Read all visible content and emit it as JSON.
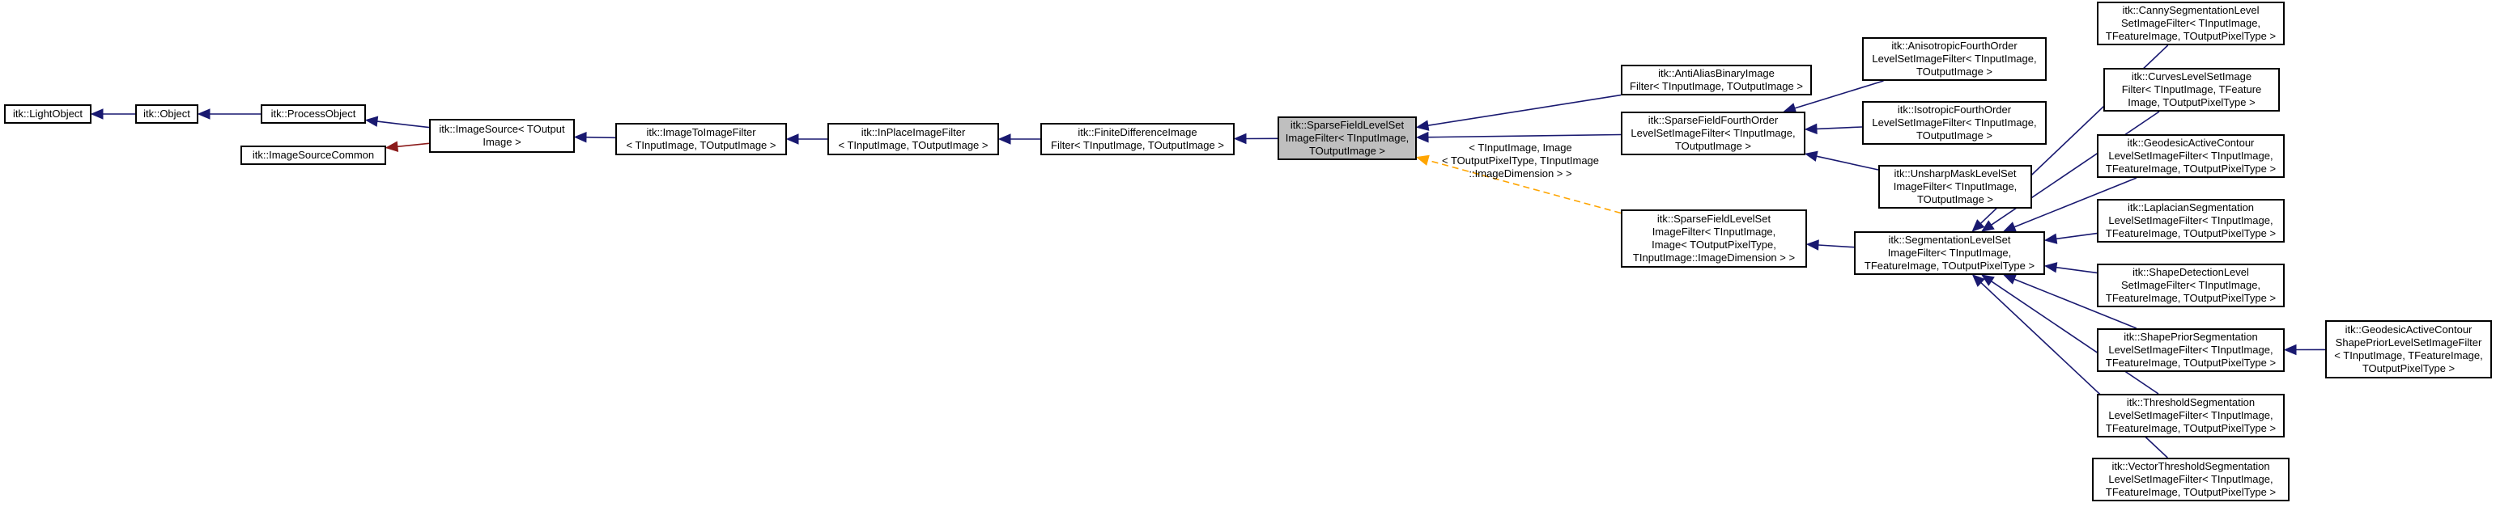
{
  "nodes": [
    {
      "id": "n-lightobject",
      "label": "itk::LightObject",
      "current": false
    },
    {
      "id": "n-object",
      "label": "itk::Object",
      "current": false
    },
    {
      "id": "n-processobject",
      "label": "itk::ProcessObject",
      "current": false
    },
    {
      "id": "n-imagesourcecommon",
      "label": "itk::ImageSourceCommon",
      "current": false
    },
    {
      "id": "n-imagesource",
      "label": "itk::ImageSource< TOutput\nImage >",
      "current": false
    },
    {
      "id": "n-imagetoimagefilter",
      "label": "itk::ImageToImageFilter\n< TInputImage, TOutputImage >",
      "current": false
    },
    {
      "id": "n-inplaceimagefilter",
      "label": "itk::InPlaceImageFilter\n< TInputImage, TOutputImage >",
      "current": false
    },
    {
      "id": "n-finitedifference",
      "label": "itk::FiniteDifferenceImage\nFilter< TInputImage, TOutputImage >",
      "current": false
    },
    {
      "id": "n-sparsefield",
      "label": "itk::SparseFieldLevelSet\nImageFilter< TInputImage,\nTOutputImage >",
      "current": true
    },
    {
      "id": "n-antialias",
      "label": "itk::AntiAliasBinaryImage\nFilter< TInputImage, TOutputImage >",
      "current": false
    },
    {
      "id": "n-fourthorder",
      "label": "itk::SparseFieldFourthOrder\nLevelSetImageFilter< TInputImage,\nTOutputImage >",
      "current": false
    },
    {
      "id": "n-sparsefield-inst",
      "label": "itk::SparseFieldLevelSet\nImageFilter< TInputImage,\nImage< TOutputPixelType,\nTInputImage::ImageDimension > >",
      "current": false
    },
    {
      "id": "n-anisotropic",
      "label": "itk::AnisotropicFourthOrder\nLevelSetImageFilter< TInputImage,\nTOutputImage >",
      "current": false
    },
    {
      "id": "n-isotropic",
      "label": "itk::IsotropicFourthOrder\nLevelSetImageFilter< TInputImage,\nTOutputImage >",
      "current": false
    },
    {
      "id": "n-unsharp",
      "label": "itk::UnsharpMaskLevelSet\nImageFilter< TInputImage,\nTOutputImage >",
      "current": false
    },
    {
      "id": "n-segmentation",
      "label": "itk::SegmentationLevelSet\nImageFilter< TInputImage,\nTFeatureImage, TOutputPixelType >",
      "current": false
    },
    {
      "id": "n-canny",
      "label": "itk::CannySegmentationLevel\nSetImageFilter< TInputImage,\nTFeatureImage, TOutputPixelType >",
      "current": false
    },
    {
      "id": "n-curves",
      "label": "itk::CurvesLevelSetImage\nFilter< TInputImage, TFeature\nImage, TOutputPixelType >",
      "current": false
    },
    {
      "id": "n-geodesic",
      "label": "itk::GeodesicActiveContour\nLevelSetImageFilter< TInputImage,\nTFeatureImage, TOutputPixelType >",
      "current": false
    },
    {
      "id": "n-laplacian",
      "label": "itk::LaplacianSegmentation\nLevelSetImageFilter< TInputImage,\nTFeatureImage, TOutputPixelType >",
      "current": false
    },
    {
      "id": "n-shapedetection",
      "label": "itk::ShapeDetectionLevel\nSetImageFilter< TInputImage,\nTFeatureImage, TOutputPixelType >",
      "current": false
    },
    {
      "id": "n-shapeprior",
      "label": "itk::ShapePriorSegmentation\nLevelSetImageFilter< TInputImage,\nTFeatureImage, TOutputPixelType >",
      "current": false
    },
    {
      "id": "n-threshold",
      "label": "itk::ThresholdSegmentation\nLevelSetImageFilter< TInputImage,\nTFeatureImage, TOutputPixelType >",
      "current": false
    },
    {
      "id": "n-vectorthreshold",
      "label": "itk::VectorThresholdSegmentation\nLevelSetImageFilter< TInputImage,\nTFeatureImage, TOutputPixelType >",
      "current": false
    },
    {
      "id": "n-geodesicshapeprior",
      "label": "itk::GeodesicActiveContour\nShapePriorLevelSetImageFilter\n< TInputImage, TFeatureImage,\nTOutputPixelType >",
      "current": false
    }
  ],
  "edges": [
    {
      "from": "n-lightobject",
      "to": "n-object",
      "kind": "public"
    },
    {
      "from": "n-object",
      "to": "n-processobject",
      "kind": "public"
    },
    {
      "from": "n-processobject",
      "to": "n-imagesource",
      "kind": "public"
    },
    {
      "from": "n-imagesourcecommon",
      "to": "n-imagesource",
      "kind": "protected"
    },
    {
      "from": "n-imagesource",
      "to": "n-imagetoimagefilter",
      "kind": "public"
    },
    {
      "from": "n-imagetoimagefilter",
      "to": "n-inplaceimagefilter",
      "kind": "public"
    },
    {
      "from": "n-inplaceimagefilter",
      "to": "n-finitedifference",
      "kind": "public"
    },
    {
      "from": "n-finitedifference",
      "to": "n-sparsefield",
      "kind": "public"
    },
    {
      "from": "n-sparsefield",
      "to": "n-antialias",
      "kind": "public"
    },
    {
      "from": "n-sparsefield",
      "to": "n-fourthorder",
      "kind": "public"
    },
    {
      "from": "n-sparsefield",
      "to": "n-sparsefield-inst",
      "kind": "template"
    },
    {
      "from": "n-fourthorder",
      "to": "n-anisotropic",
      "kind": "public"
    },
    {
      "from": "n-fourthorder",
      "to": "n-isotropic",
      "kind": "public"
    },
    {
      "from": "n-fourthorder",
      "to": "n-unsharp",
      "kind": "public"
    },
    {
      "from": "n-sparsefield-inst",
      "to": "n-segmentation",
      "kind": "public"
    },
    {
      "from": "n-segmentation",
      "to": "n-canny",
      "kind": "public"
    },
    {
      "from": "n-segmentation",
      "to": "n-curves",
      "kind": "public"
    },
    {
      "from": "n-segmentation",
      "to": "n-geodesic",
      "kind": "public"
    },
    {
      "from": "n-segmentation",
      "to": "n-laplacian",
      "kind": "public"
    },
    {
      "from": "n-segmentation",
      "to": "n-shapedetection",
      "kind": "public"
    },
    {
      "from": "n-segmentation",
      "to": "n-shapeprior",
      "kind": "public"
    },
    {
      "from": "n-segmentation",
      "to": "n-threshold",
      "kind": "public"
    },
    {
      "from": "n-segmentation",
      "to": "n-vectorthreshold",
      "kind": "public"
    },
    {
      "from": "n-shapeprior",
      "to": "n-geodesicshapeprior",
      "kind": "public"
    }
  ],
  "template_edge_label": "< TInputImage, Image\n< TOutputPixelType, TInputImage\n::ImageDimension > >",
  "colors": {
    "public_edge": "#191970",
    "protected_edge": "#8b1a1a",
    "template_edge": "#ffa500",
    "current_fill": "#bfbfbf",
    "node_border": "#000000"
  }
}
